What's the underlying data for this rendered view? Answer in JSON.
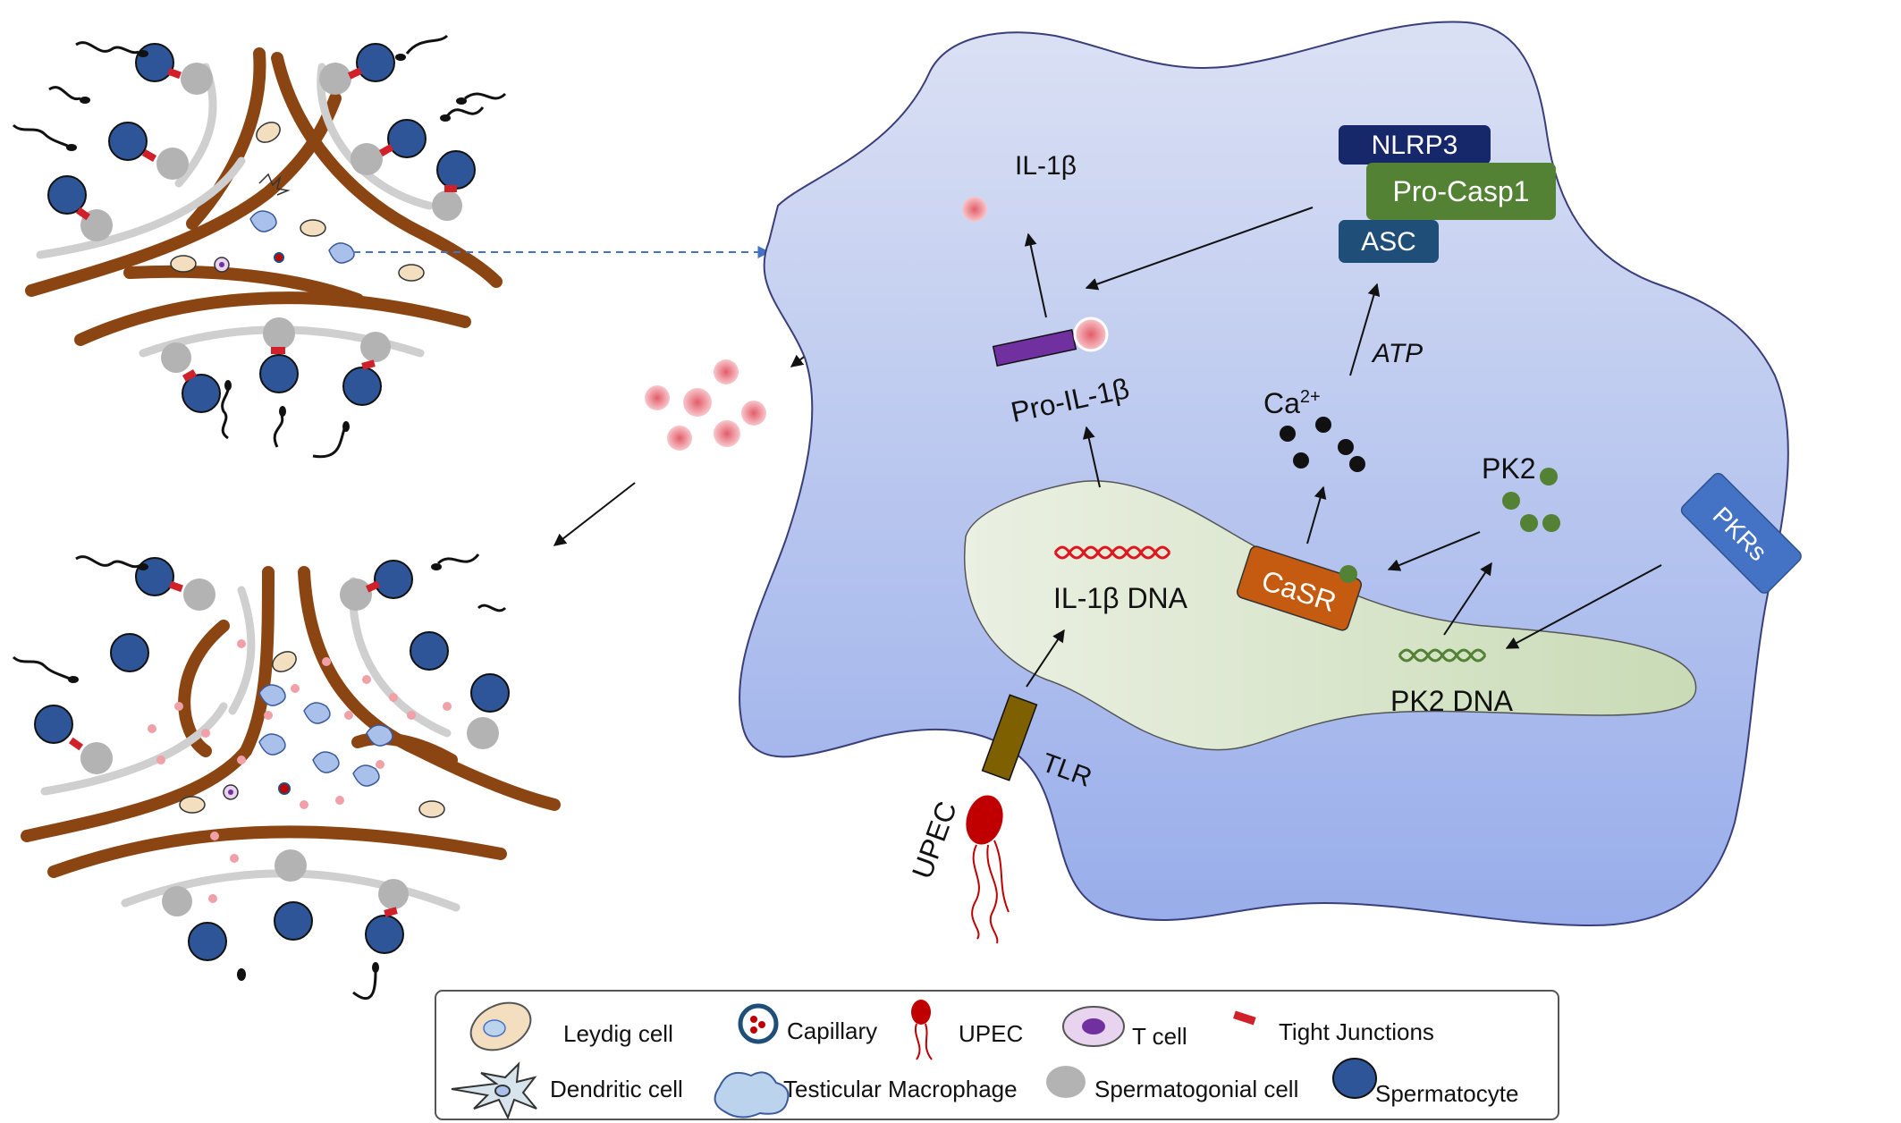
{
  "macrophage": {
    "il1b": "IL-1β",
    "pro_il1b": "Pro-IL-1β",
    "il1b_dna": "IL-1β DNA",
    "nlrp3": "NLRP3",
    "pro_casp1": "Pro-Casp1",
    "asc": "ASC",
    "atp": "ATP",
    "ca_base": "Ca",
    "ca_sup": "2+",
    "pk2": "PK2",
    "pk2_dna": "PK2 DNA",
    "casr": "CaSR",
    "pkrs": "PKRs",
    "tlr": "TLR",
    "upec": "UPEC"
  },
  "legend": {
    "leydig": "Leydig cell",
    "capillary": "Capillary",
    "upec": "UPEC",
    "tcell": "T cell",
    "tight": "Tight Junctions",
    "dendritic": "Dendritic cell",
    "macrophage": "Testicular  Macrophage",
    "spermatogonial": "Spermatogonial cell",
    "spermatocyte": "Spermatocyte"
  },
  "colors": {
    "cell_fill": "#a9bbea",
    "nucleus_fill": "#dfe8d3",
    "spermatocyte": "#2e5597",
    "spermatogonial": "#b3b3b3",
    "tight_junction": "#d0202a",
    "tubule_wall": "#8b4513",
    "nlrp3": "#16276a",
    "pro_casp1": "#548235",
    "asc": "#1f4e79",
    "casr": "#c55a11",
    "pkrs": "#4472c4",
    "pro_il1b": "#7030a0",
    "tlr": "#7f6000",
    "upec": "#c00000",
    "pk2_dots": "#548235"
  }
}
